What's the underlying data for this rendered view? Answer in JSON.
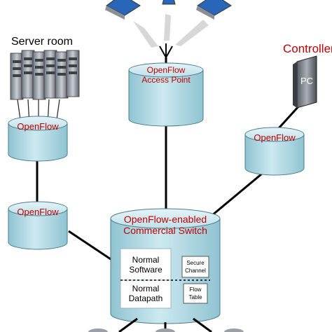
{
  "server_room_label": "Server room",
  "controller_label": "Controller",
  "pc_label": "PC",
  "nodes": {
    "openflow_left_top": "OpenFlow",
    "openflow_left_bottom": "OpenFlow",
    "access_point_line1": "OpenFlow",
    "access_point_line2": "Access Point",
    "openflow_right": "OpenFlow",
    "switch_line1": "OpenFlow-enabled",
    "switch_line2": "Commercial Switch"
  },
  "switch_internals": {
    "normal_software_line1": "Normal",
    "normal_software_line2": "Software",
    "normal_datapath_line1": "Normal",
    "normal_datapath_line2": "Datapath",
    "secure_channel_line1": "Secure",
    "secure_channel_line2": "Channel",
    "flow_table_line1": "Flow",
    "flow_table_line2": "Table"
  },
  "colors": {
    "node_label": "#c00000",
    "cylinder_top": "#c9e6ee",
    "cylinder_side": "#a9d1dc",
    "link": "#000000"
  },
  "icons": {
    "server": "server-rack-icon",
    "laptop": "laptop-icon",
    "antenna": "antenna-icon",
    "controller": "pc-tower-icon"
  }
}
